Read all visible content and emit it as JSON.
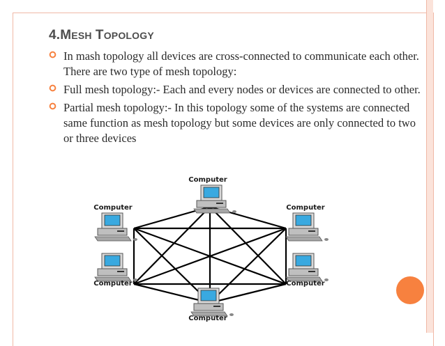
{
  "slide": {
    "title_prefix": "4.",
    "title_word1_initial": "M",
    "title_word1_rest": "ESH",
    "title_word2_initial": "T",
    "title_word2_rest": "OPOLOGY",
    "bullets": [
      {
        "text": "In mash topology all devices are cross-connected to communicate each other. There are two type of mesh topology:"
      },
      {
        "text": "Full mesh topology:- Each and every nodes or devices are connected to other."
      },
      {
        "text": "Partial mesh topology:- In this topology some of the systems are connected same function as mesh topology but some devices are only connected to two or three devices"
      }
    ],
    "accent_color": "#f7813f"
  },
  "diagram": {
    "nodes": [
      {
        "label": "Computer"
      },
      {
        "label": "Computer"
      },
      {
        "label": "Computer"
      },
      {
        "label": "Computer"
      },
      {
        "label": "Computer"
      },
      {
        "label": "Computer"
      }
    ]
  }
}
